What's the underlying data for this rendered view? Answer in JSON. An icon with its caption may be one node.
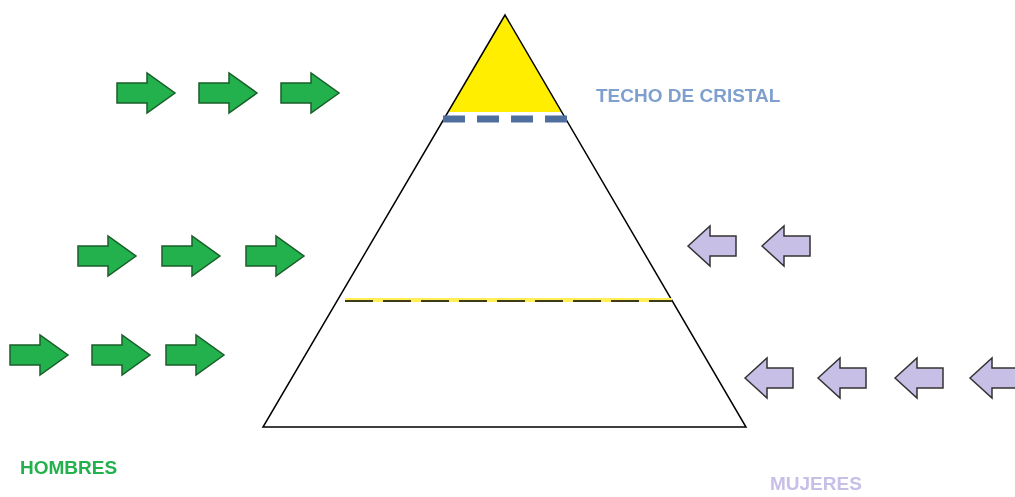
{
  "diagram": {
    "labels": [
      "TECHO DE CRISTAL",
      "HOMBRES",
      "MUJERES"
    ]
  }
}
